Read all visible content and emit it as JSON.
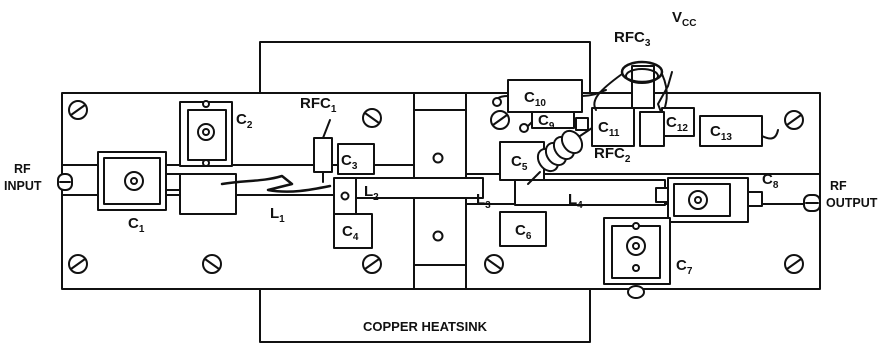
{
  "diagram": {
    "heatsink_label": "COPPER HEATSINK",
    "input_label_line1": "RF",
    "input_label_line2": "INPUT",
    "output_label_line1": "RF",
    "output_label_line2": "OUTPUT",
    "vcc": {
      "main": "V",
      "sub": "CC"
    },
    "components": [
      {
        "id": "c1",
        "main": "C",
        "sub": "1"
      },
      {
        "id": "c2",
        "main": "C",
        "sub": "2"
      },
      {
        "id": "c3",
        "main": "C",
        "sub": "3"
      },
      {
        "id": "c4",
        "main": "C",
        "sub": "4"
      },
      {
        "id": "c5",
        "main": "C",
        "sub": "5"
      },
      {
        "id": "c6",
        "main": "C",
        "sub": "6"
      },
      {
        "id": "c7",
        "main": "C",
        "sub": "7"
      },
      {
        "id": "c8",
        "main": "C",
        "sub": "8"
      },
      {
        "id": "c9",
        "main": "C",
        "sub": "9"
      },
      {
        "id": "c10",
        "main": "C",
        "sub": "10"
      },
      {
        "id": "c11",
        "main": "C",
        "sub": "11"
      },
      {
        "id": "c12",
        "main": "C",
        "sub": "12"
      },
      {
        "id": "c13",
        "main": "C",
        "sub": "13"
      },
      {
        "id": "l1",
        "main": "L",
        "sub": "1"
      },
      {
        "id": "l2",
        "main": "L",
        "sub": "2"
      },
      {
        "id": "l3",
        "main": "L",
        "sub": "3"
      },
      {
        "id": "l4",
        "main": "L",
        "sub": "4"
      },
      {
        "id": "rfc1",
        "main": "RFC",
        "sub": "1"
      },
      {
        "id": "rfc2",
        "main": "RFC",
        "sub": "2"
      },
      {
        "id": "rfc3",
        "main": "RFC",
        "sub": "3"
      }
    ]
  }
}
